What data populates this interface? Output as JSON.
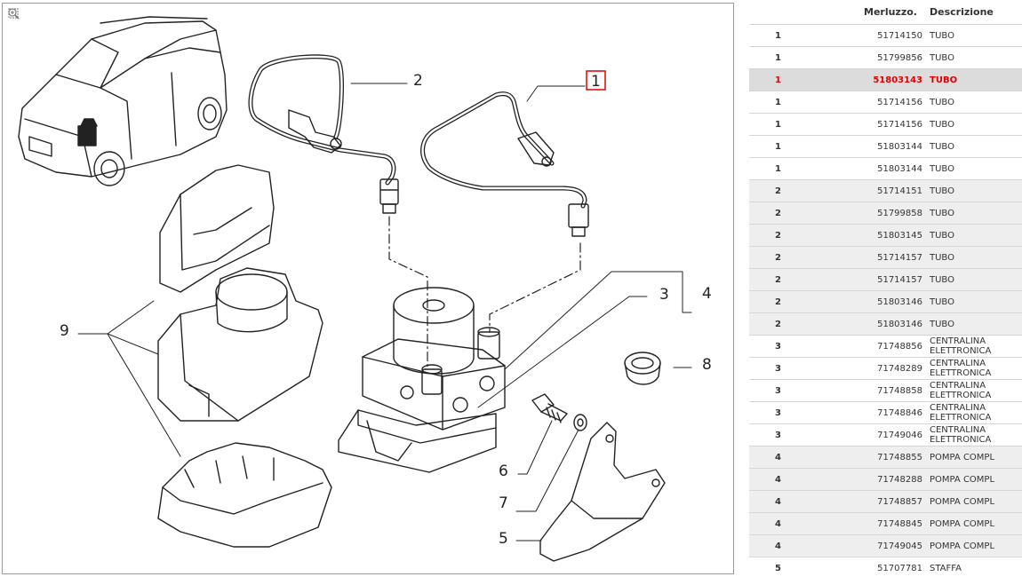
{
  "diagram": {
    "callouts": [
      "1",
      "2",
      "3",
      "4",
      "5",
      "6",
      "7",
      "8",
      "9"
    ],
    "selected_callout": "1",
    "colors": {
      "line": "#222222",
      "highlight": "#e00000"
    },
    "tools": [
      "fit-icon",
      "zoom-in-icon",
      "zoom-out-icon"
    ]
  },
  "parts_table": {
    "headers": {
      "code": "Merluzzo.",
      "description": "Descrizione"
    },
    "selected_index": 2,
    "colors": {
      "selected_text": "#e00000",
      "selected_bg": "#dcdcdc",
      "shade_bg": "#eeeeee"
    },
    "rows": [
      {
        "qty": "1",
        "code": "51714150",
        "desc": "TUBO"
      },
      {
        "qty": "1",
        "code": "51799856",
        "desc": "TUBO"
      },
      {
        "qty": "1",
        "code": "51803143",
        "desc": "TUBO"
      },
      {
        "qty": "1",
        "code": "51714156",
        "desc": "TUBO"
      },
      {
        "qty": "1",
        "code": "51714156",
        "desc": "TUBO"
      },
      {
        "qty": "1",
        "code": "51803144",
        "desc": "TUBO"
      },
      {
        "qty": "1",
        "code": "51803144",
        "desc": "TUBO"
      },
      {
        "qty": "2",
        "code": "51714151",
        "desc": "TUBO"
      },
      {
        "qty": "2",
        "code": "51799858",
        "desc": "TUBO"
      },
      {
        "qty": "2",
        "code": "51803145",
        "desc": "TUBO"
      },
      {
        "qty": "2",
        "code": "51714157",
        "desc": "TUBO"
      },
      {
        "qty": "2",
        "code": "51714157",
        "desc": "TUBO"
      },
      {
        "qty": "2",
        "code": "51803146",
        "desc": "TUBO"
      },
      {
        "qty": "2",
        "code": "51803146",
        "desc": "TUBO"
      },
      {
        "qty": "3",
        "code": "71748856",
        "desc": "CENTRALINA ELETTRONICA"
      },
      {
        "qty": "3",
        "code": "71748289",
        "desc": "CENTRALINA ELETTRONICA"
      },
      {
        "qty": "3",
        "code": "71748858",
        "desc": "CENTRALINA ELETTRONICA"
      },
      {
        "qty": "3",
        "code": "71748846",
        "desc": "CENTRALINA ELETTRONICA"
      },
      {
        "qty": "3",
        "code": "71749046",
        "desc": "CENTRALINA ELETTRONICA"
      },
      {
        "qty": "4",
        "code": "71748855",
        "desc": "POMPA COMPL"
      },
      {
        "qty": "4",
        "code": "71748288",
        "desc": "POMPA COMPL"
      },
      {
        "qty": "4",
        "code": "71748857",
        "desc": "POMPA COMPL"
      },
      {
        "qty": "4",
        "code": "71748845",
        "desc": "POMPA COMPL"
      },
      {
        "qty": "4",
        "code": "71749045",
        "desc": "POMPA COMPL"
      },
      {
        "qty": "5",
        "code": "51707781",
        "desc": "STAFFA"
      }
    ]
  }
}
